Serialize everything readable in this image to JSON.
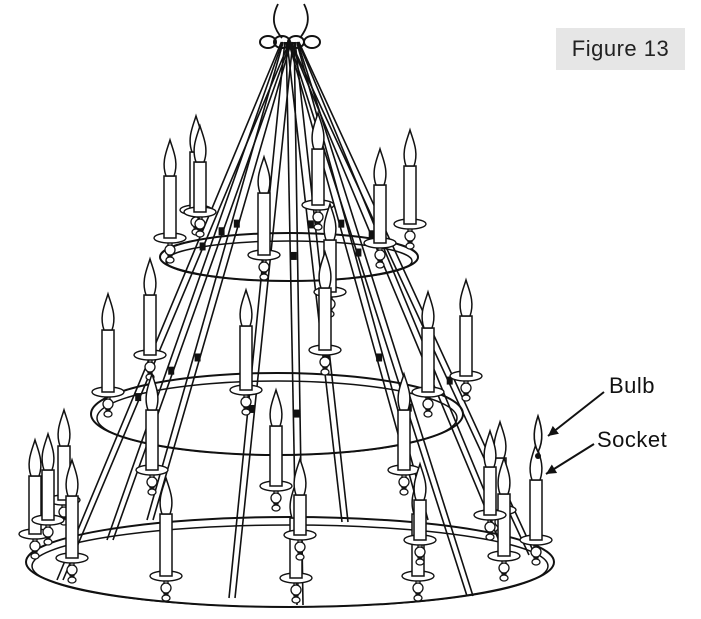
{
  "figure": {
    "label": "Figure 13"
  },
  "callouts": {
    "bulb": "Bulb",
    "socket": "Socket"
  },
  "colors": {
    "ink": "#111111",
    "label_background": "#e6e6e6",
    "candle_fill": "#ffffff"
  },
  "illustration": {
    "subject": "three-tier candle chandelier",
    "tiers": [
      {
        "name": "top",
        "candles": 8
      },
      {
        "name": "middle",
        "candles": 10
      },
      {
        "name": "bottom",
        "candles": 12
      }
    ],
    "callout_targets": [
      "bulb",
      "socket"
    ]
  }
}
